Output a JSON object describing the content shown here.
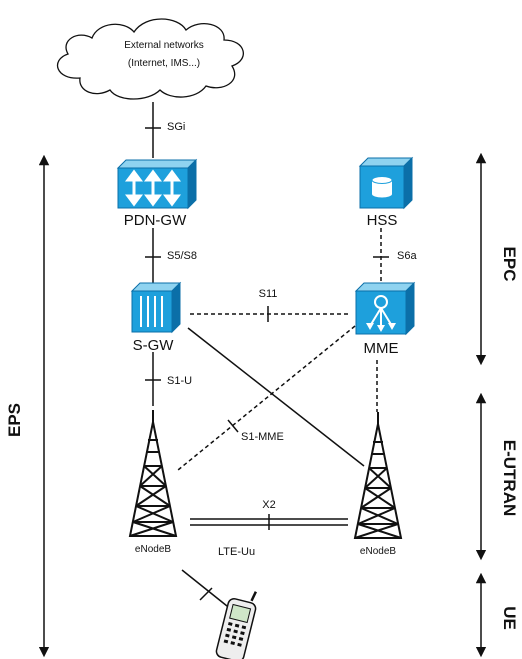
{
  "cloud": {
    "line1": "External networks",
    "line2": "(Internet, IMS...)"
  },
  "nodes": {
    "pdn_gw": "PDN-GW",
    "hss": "HSS",
    "s_gw": "S-GW",
    "mme": "MME",
    "enodeb_left": "eNodeB",
    "enodeb_right": "eNodeB"
  },
  "interfaces": {
    "sgi": "SGi",
    "s5s8": "S5/S8",
    "s6a": "S6a",
    "s11": "S11",
    "s1u": "S1-U",
    "s1mme": "S1-MME",
    "x2": "X2",
    "lteuu": "LTE-Uu"
  },
  "regions": {
    "eps": "EPS",
    "epc": "EPC",
    "eutran": "E-UTRAN",
    "ue": "UE"
  },
  "colors": {
    "device_front": "#1ea0dc",
    "device_top": "#8fd3f0",
    "device_side": "#0b6fa8",
    "line": "#111111"
  }
}
